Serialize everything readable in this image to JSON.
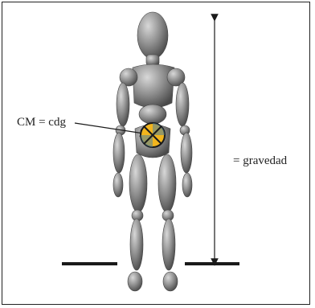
{
  "labels": {
    "cm": "CM = cdg",
    "gravity": "= gravedad"
  },
  "icons": {
    "center_of_mass": "center-of-mass-symbol"
  },
  "colors": {
    "figure": "#8a8a8a",
    "marker": "#f2b51e",
    "line": "#1a1a1a"
  }
}
